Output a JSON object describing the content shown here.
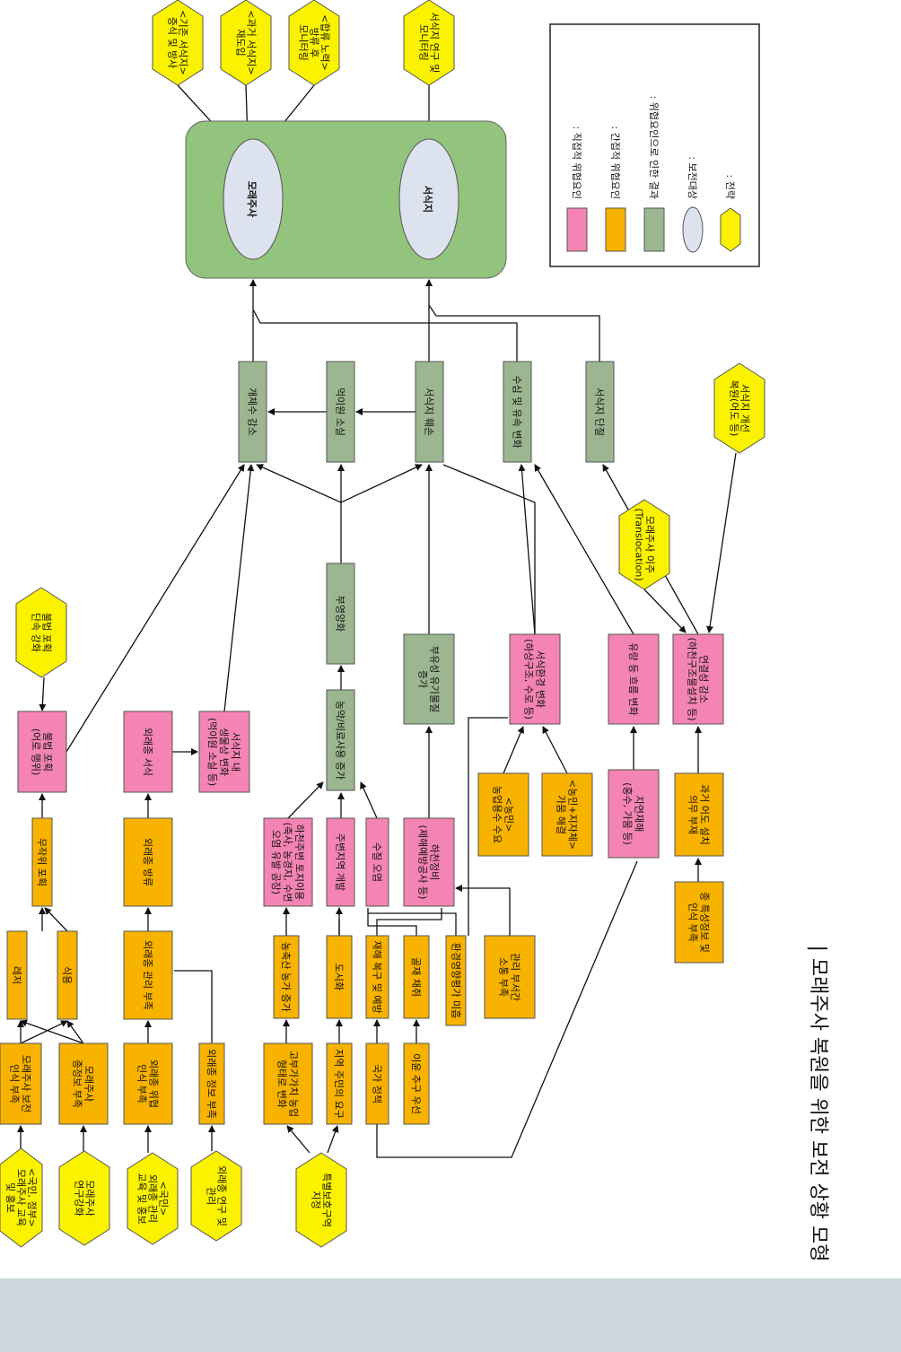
{
  "title": "| 모래주사 복원을 위한 보전 상황 모형",
  "colors": {
    "direct": "#f384b3",
    "indirect": "#f8b200",
    "result": "#9cb691",
    "target": "#dde2ef",
    "strategy": "#fbf200",
    "scope": "#93c47d"
  },
  "legend": {
    "items": [
      {
        "kind": "direct",
        "label": ": 직접적 위협요인"
      },
      {
        "kind": "indirect",
        "label": ": 간접적 위협요인"
      },
      {
        "kind": "result",
        "label": ": 위협요인으로 인한 결과"
      },
      {
        "kind": "target",
        "label": ": 보전대상"
      },
      {
        "kind": "strategy",
        "label": ": 전략"
      }
    ]
  },
  "targets": {
    "a": "모래주사",
    "b": "서식지"
  },
  "strategies": {
    "s1": [
      "<기존 서식지>",
      "증식 및 방사"
    ],
    "s2": [
      "<과거 서식지>",
      "재도입"
    ],
    "s3": [
      "<합류 노력>",
      "방류 후",
      "모니터링"
    ],
    "s4": [
      "서식지 연구 및",
      "모니터링"
    ],
    "s5": [
      "불법 포획",
      "단속 강화"
    ],
    "s6": [
      "모래주사 이주",
      "(Translocation)"
    ],
    "s7": [
      "서식지 개선",
      "복원(어도 등)"
    ],
    "s8": [
      "<국민, 정부>",
      "모래주사 교육",
      "및 홍보"
    ],
    "s9": [
      "모래주사",
      "연구강화"
    ],
    "s10": [
      "<국민>",
      "외래종 관리",
      "교육 및 홍보"
    ],
    "s11": [
      "외래종 연구 및",
      "관리"
    ],
    "s12": [
      "특별보호구역",
      "지정"
    ]
  },
  "results": {
    "r1": [
      "개체수 감소"
    ],
    "r2": [
      "먹이원 소실"
    ],
    "r3": [
      "서식지 훼손"
    ],
    "r4": [
      "수심 및 유속 변화"
    ],
    "r5": [
      "서식지 단절"
    ],
    "r6": [
      "부영양화"
    ],
    "r7": [
      "농약/비료사용 증가"
    ],
    "r8": [
      "부유성 유기물질",
      "증가"
    ]
  },
  "direct": {
    "d1": [
      "불법 포획",
      "(어로 행위)"
    ],
    "d2": [
      "외래종 서식"
    ],
    "d3": [
      "서식지 내",
      "생물상 변화",
      "(먹이원 소실 등)"
    ],
    "d4": [
      "하천주변 토지이용",
      "(축사, 농경지, 수변",
      "오염 유발 공장)"
    ],
    "d5": [
      "주변지역 개발"
    ],
    "d6": [
      "수질 오염"
    ],
    "d7": [
      "하천정비",
      "(제해예방공사 등)"
    ],
    "d8": [
      "서식환경 변화",
      "(하상구조, 수로 등)"
    ],
    "d9": [
      "유량 등 흐름 변화"
    ],
    "d10": [
      "연결성 감소",
      "(하천구조물설치 등)"
    ],
    "d11": [
      "자연재해",
      "(홍수, 가뭄 등)"
    ]
  },
  "indirect": {
    "i1": [
      "무작위 포획"
    ],
    "i2": [
      "레저"
    ],
    "i3": [
      "식용"
    ],
    "i4": [
      "모래주사 보전",
      "인식 부족"
    ],
    "i5": [
      "모래주사",
      "종정보 부족"
    ],
    "i6": [
      "외래종 방류"
    ],
    "i7": [
      "외래종 관리 부족"
    ],
    "i8": [
      "외래종 위협",
      "인식 부족"
    ],
    "i9": [
      "외래종 정보 부족"
    ],
    "i10": [
      "농축산 농가 증가"
    ],
    "i11": [
      "고부가가치 농업",
      "형태로 변화"
    ],
    "i12": [
      "도시화"
    ],
    "i13": [
      "지역 주민의 요구"
    ],
    "i14": [
      "재해 복구 및 예방"
    ],
    "i15": [
      "국가 정책"
    ],
    "i16": [
      "골재 채취"
    ],
    "i17": [
      "이윤 추구 우선"
    ],
    "i18": [
      "환경영향평가 미흡"
    ],
    "i19": [
      "관리 부서간",
      "소통 부족"
    ],
    "i20": [
      "<농민>",
      "농업용수 수요"
    ],
    "i21": [
      "<농민+지자체>",
      "가뭄 해결"
    ],
    "i22": [
      "과거 어도 설치",
      "의무 부재"
    ],
    "i23": [
      "종 특성정보 및",
      "인식 부족"
    ]
  }
}
